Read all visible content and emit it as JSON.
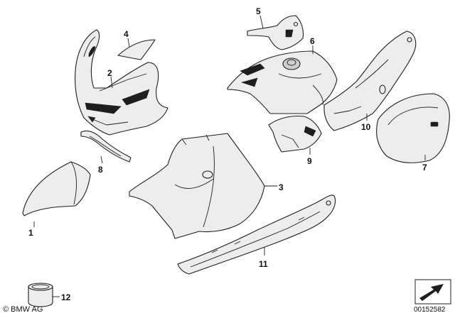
{
  "parts": [
    {
      "number": "1"
    },
    {
      "number": "2"
    },
    {
      "number": "3"
    },
    {
      "number": "4"
    },
    {
      "number": "5"
    },
    {
      "number": "6"
    },
    {
      "number": "7"
    },
    {
      "number": "8"
    },
    {
      "number": "9"
    },
    {
      "number": "10"
    },
    {
      "number": "11"
    },
    {
      "number": "12"
    }
  ],
  "footer": {
    "brand": "© BMW AG",
    "doc_id": "00152582"
  }
}
